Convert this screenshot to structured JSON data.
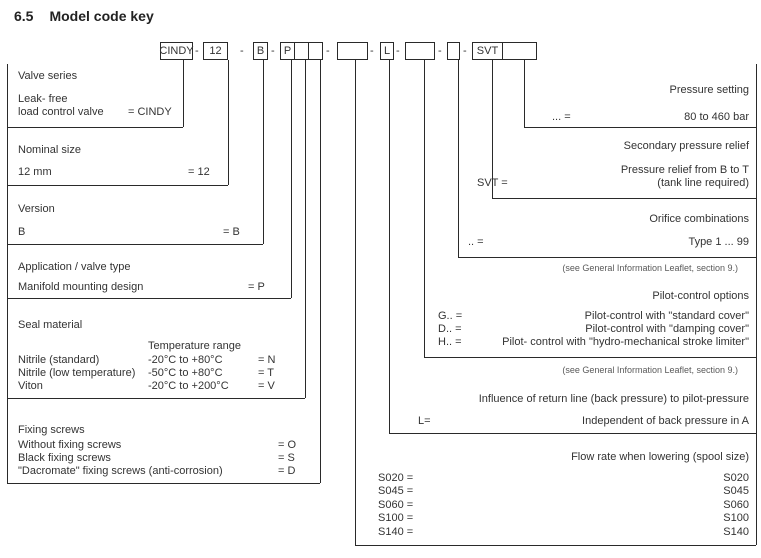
{
  "section_number": "6.5",
  "section_title": "Model code key",
  "code_row": {
    "dash": "-",
    "boxes": {
      "valve_series": "CINDY",
      "nominal_size": "12",
      "version": "B",
      "application": "P",
      "seal": "",
      "fixing": "",
      "flow_rate": "",
      "return_line": "L",
      "pilot": "",
      "orifice": "",
      "secondary_relief": "SVT",
      "pressure_setting": ""
    }
  },
  "left_sections": {
    "valve_series": {
      "title": "Valve series",
      "label_line1": "Leak- free",
      "label_line2": "load control valve",
      "code": "= CINDY"
    },
    "nominal_size": {
      "title": "Nominal size",
      "label": "12 mm",
      "code": "= 12"
    },
    "version": {
      "title": "Version",
      "label": "B",
      "code": "= B"
    },
    "application": {
      "title": "Application / valve type",
      "label": "Manifold mounting design",
      "code": "= P"
    },
    "seal_material": {
      "title": "Seal material",
      "col_header": "Temperature range",
      "rows": [
        {
          "label": "Nitrile (standard)",
          "temp": "-20°C to +80°C",
          "code": "= N"
        },
        {
          "label": "Nitrile (low temperature)",
          "temp": "-50°C to +80°C",
          "code": "= T"
        },
        {
          "label": "Viton",
          "temp": "-20°C to +200°C",
          "code": "= V"
        }
      ]
    },
    "fixing_screws": {
      "title": "Fixing screws",
      "rows": [
        {
          "label": "Without fixing screws",
          "code": "= O"
        },
        {
          "label": "Black fixing screws",
          "code": "= S"
        },
        {
          "label": "\"Dacromate\" fixing screws (anti-corrosion)",
          "code": "= D"
        }
      ]
    }
  },
  "right_sections": {
    "pressure_setting": {
      "title": "Pressure setting",
      "code": "... =",
      "value": "80 to 460 bar"
    },
    "secondary_relief": {
      "title": "Secondary pressure relief",
      "code": "SVT =",
      "value_line1": "Pressure relief from B to T",
      "value_line2": "(tank line required)"
    },
    "orifice": {
      "title": "Orifice combinations",
      "code": ".. =",
      "value": "Type 1 ... 99",
      "note": "(see General Information Leaflet, section 9.)"
    },
    "pilot": {
      "title": "Pilot-control options",
      "rows": [
        {
          "code": "G.. =",
          "value": "Pilot-control with \"standard cover\""
        },
        {
          "code": "D.. =",
          "value": "Pilot-control with \"damping cover\""
        },
        {
          "code": "H.. =",
          "value": "Pilot- control with \"hydro-mechanical stroke limiter\""
        }
      ],
      "note": "(see General Information Leaflet, section 9.)"
    },
    "return_line": {
      "title": "Influence of return line (back pressure) to pilot-pressure",
      "code": "L=",
      "value": "Independent of back pressure in A"
    },
    "flow_rate": {
      "title": "Flow rate when lowering (spool size)",
      "rows": [
        {
          "code": "S020 =",
          "value": "S020"
        },
        {
          "code": "S045 =",
          "value": "S045"
        },
        {
          "code": "S060 =",
          "value": "S060"
        },
        {
          "code": "S100 =",
          "value": "S100"
        },
        {
          "code": "S140 =",
          "value": "S140"
        }
      ]
    }
  }
}
